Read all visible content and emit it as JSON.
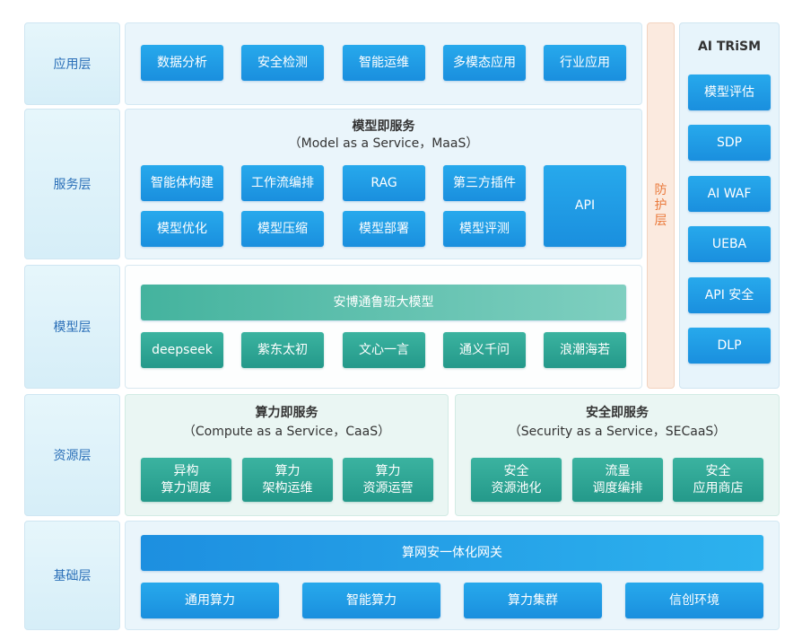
{
  "layers": {
    "application": "应用层",
    "service": "服务层",
    "model": "模型层",
    "resource": "资源层",
    "foundation": "基础层"
  },
  "application_items": [
    "数据分析",
    "安全检测",
    "智能运维",
    "多模态应用",
    "行业应用"
  ],
  "service": {
    "title": "模型即服务",
    "subtitle": "（Model as a Service，MaaS）",
    "row1": [
      "智能体构建",
      "工作流编排",
      "RAG",
      "第三方插件"
    ],
    "row2": [
      "模型优化",
      "模型压缩",
      "模型部署",
      "模型评测"
    ],
    "api": "API"
  },
  "model": {
    "main": "安博通鲁班大模型",
    "items": [
      "deepseek",
      "紫东太初",
      "文心一言",
      "通义千问",
      "浪潮海若"
    ]
  },
  "resource": {
    "compute": {
      "title": "算力即服务",
      "subtitle": "（Compute as a Service，CaaS）",
      "items": [
        [
          "异构",
          "算力调度"
        ],
        [
          "算力",
          "架构运维"
        ],
        [
          "算力",
          "资源运营"
        ]
      ]
    },
    "security": {
      "title": "安全即服务",
      "subtitle": "（Security  as a Service，SECaaS）",
      "items": [
        [
          "安全",
          "资源池化"
        ],
        [
          "流量",
          "调度编排"
        ],
        [
          "安全",
          "应用商店"
        ]
      ]
    }
  },
  "foundation": {
    "gateway": "算网安一体化网关",
    "items": [
      "通用算力",
      "智能算力",
      "算力集群",
      "信创环境"
    ]
  },
  "protection": "防护层",
  "trism": {
    "title": "AI TRiSM",
    "items": [
      "模型评估",
      "SDP",
      "AI WAF",
      "UEBA",
      "API 安全",
      "DLP"
    ]
  }
}
